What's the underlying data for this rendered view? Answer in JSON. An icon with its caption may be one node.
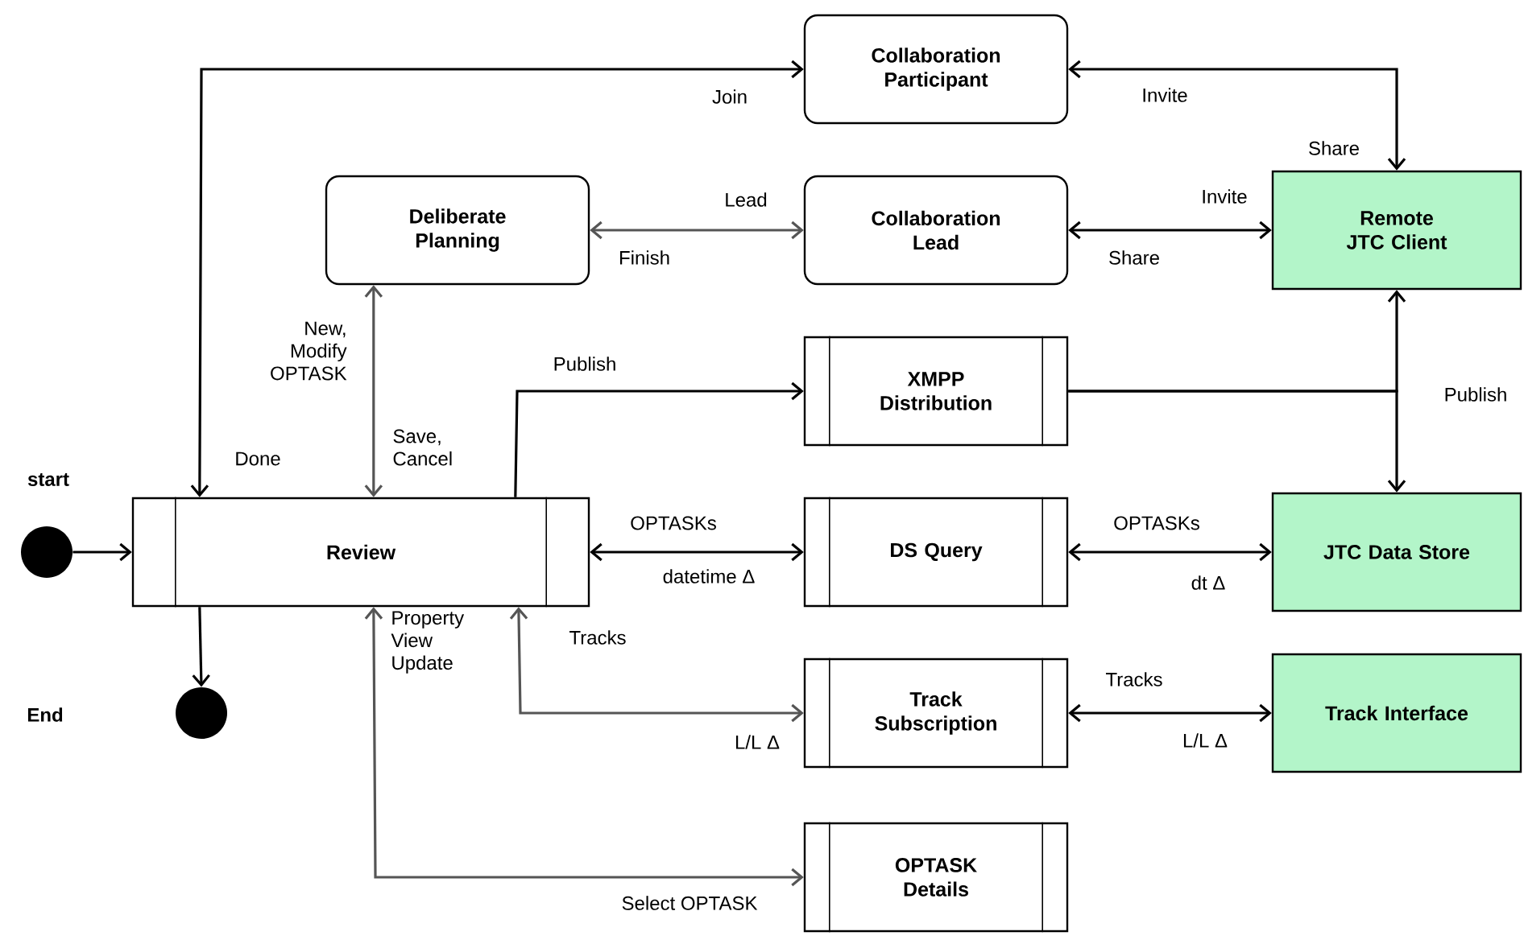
{
  "diagram": {
    "nodes": [
      {
        "text": [
          "Collaboration Participant"
        ]
      },
      {
        "text": [
          "Deliberate Planning"
        ]
      },
      {
        "text": [
          "Collaboration Lead"
        ]
      },
      {
        "text": [
          "Remote JTC Client"
        ]
      },
      {
        "text": [
          "XMPP Distribution"
        ]
      },
      {
        "text": [],
        "shape": "circle",
        "beside": [
          "start"
        ]
      },
      {
        "text": [
          "Review"
        ]
      },
      {
        "text": [
          "DS Query"
        ]
      },
      {
        "text": [
          "JTC Data Store"
        ]
      },
      {
        "text": [],
        "shape": "circle"
      },
      {
        "text": [
          "Track Subscription"
        ]
      },
      {
        "text": [
          "Track Interface"
        ]
      },
      {
        "text": [
          "OPTASK Details"
        ]
      }
    ],
    "edges": [
      {
        "from": 6,
        "to": 0,
        "arrow": "both",
        "label": "Join"
      },
      {
        "from": 0,
        "to": 3,
        "arrow": "both",
        "label": "Invite"
      },
      {
        "from": 1,
        "to": 2,
        "arrow": "both",
        "label": "Lead",
        "color": "#555555"
      },
      {
        "from": 2,
        "to": 3,
        "arrow": "both",
        "label": "Invite"
      },
      {
        "from": 6,
        "to": 1,
        "arrow": "both",
        "label": "New, Modify OPTASK",
        "color": "#555555"
      },
      {
        "from": 6,
        "to": 4,
        "arrow": "to",
        "label": "Publish"
      },
      {
        "from": 4,
        "to": 3,
        "arrow": "to",
        "label": "Publish"
      },
      {
        "from": 4,
        "to": 8,
        "arrow": "to"
      },
      {
        "from": 5,
        "to": 6,
        "arrow": "to"
      },
      {
        "from": 6,
        "to": 9,
        "arrow": "to"
      },
      {
        "from": 6,
        "to": 7,
        "arrow": "both",
        "label": "OPTASKs"
      },
      {
        "from": 7,
        "to": 8,
        "arrow": "both",
        "label": "OPTASKs"
      },
      {
        "from": 6,
        "to": 10,
        "arrow": "both",
        "label": "Tracks",
        "color": "#555555"
      },
      {
        "from": 10,
        "to": 11,
        "arrow": "both",
        "label": "Tracks"
      },
      {
        "from": 6,
        "to": 12,
        "arrow": "both",
        "label": "Property View Update",
        "color": "#555555"
      }
    ],
    "labels": [
      "Share",
      "Finish",
      "Share",
      "Done",
      "Save, Cancel",
      "datetime Δ",
      "dt Δ",
      "End",
      "L/L Δ",
      "L/L Δ",
      "Select OPTASK"
    ]
  }
}
